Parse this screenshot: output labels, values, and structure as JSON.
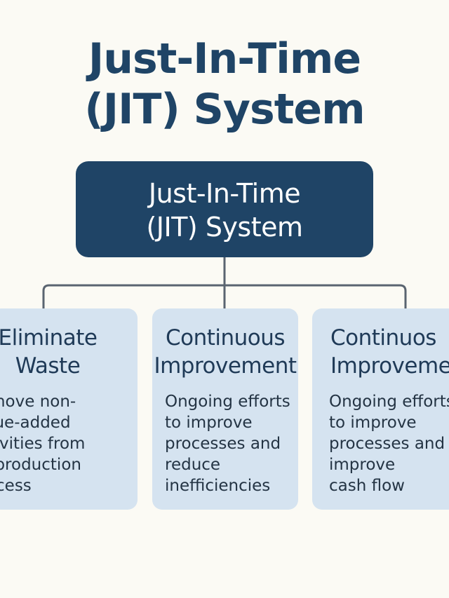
{
  "title": {
    "line1": "Just-In-Time",
    "line2": "(JIT) System"
  },
  "root_node": {
    "line1": "Just-In-Time",
    "line2": "(JIT) System"
  },
  "nodes": [
    {
      "title_lines": [
        "Eliminate",
        "Waste"
      ],
      "desc_lines": [
        "emove non-",
        "alue-added",
        "ctivities from",
        "e production",
        "rocess"
      ]
    },
    {
      "title_lines": [
        "Continuous",
        "Improvement"
      ],
      "desc_lines": [
        "Ongoing efforts",
        "to improve",
        "processes and",
        "reduce",
        "inefficiencies"
      ]
    },
    {
      "title_lines": [
        "Continuos",
        "Improveme"
      ],
      "desc_lines": [
        "Ongoing efforts",
        "to improve",
        "processes and",
        "improve",
        "cash flow"
      ]
    }
  ],
  "colors": {
    "background": "#fbfaf4",
    "primary": "#1f4466",
    "node_fill": "#d5e3f0",
    "connector": "#5a6470"
  }
}
